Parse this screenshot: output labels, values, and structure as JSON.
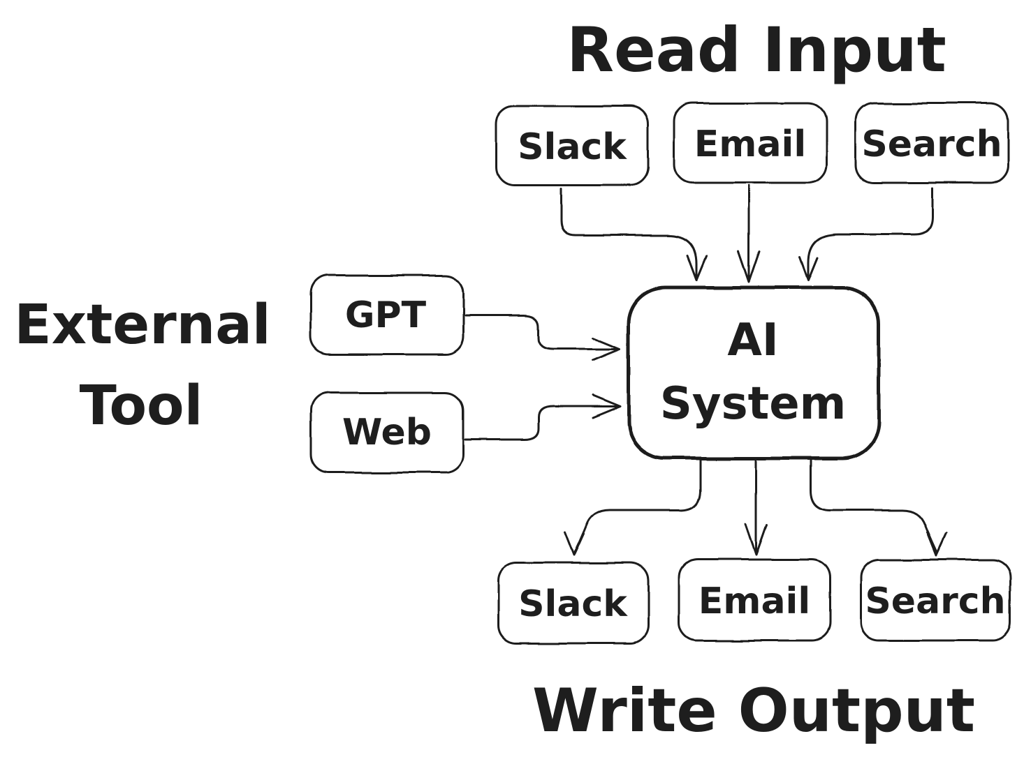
{
  "diagram": {
    "background": "#ffffff",
    "ink_color": "#1e1e1e",
    "titles": {
      "read_input": "Read Input",
      "external_tool_line1": "External",
      "external_tool_line2": "Tool",
      "write_output": "Write Output"
    },
    "center_node": {
      "line1": "AI",
      "line2": "System"
    },
    "input_nodes": [
      {
        "label": "Slack"
      },
      {
        "label": "Email"
      },
      {
        "label": "Search"
      }
    ],
    "external_nodes": [
      {
        "label": "GPT"
      },
      {
        "label": "Web"
      }
    ],
    "output_nodes": [
      {
        "label": "Slack"
      },
      {
        "label": "Email"
      },
      {
        "label": "Search"
      }
    ]
  }
}
